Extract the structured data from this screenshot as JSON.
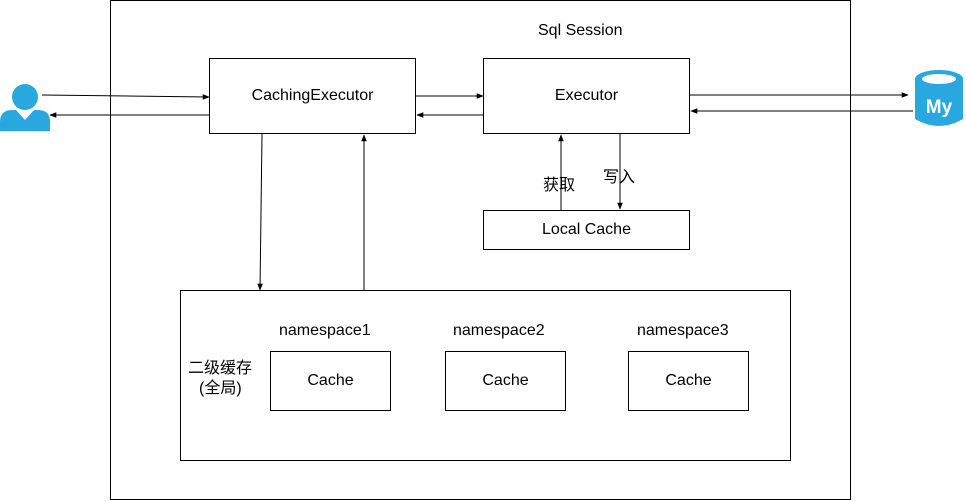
{
  "session": {
    "title": "Sql Session"
  },
  "nodes": {
    "caching_executor": "CachingExecutor",
    "executor": "Executor",
    "local_cache": "Local Cache"
  },
  "arrows": {
    "fetch": "获取",
    "write": "写入"
  },
  "second_level_cache": {
    "title_line1": "二级缓存",
    "title_line2": "(全局)",
    "namespaces": [
      {
        "name": "namespace1",
        "cache": "Cache"
      },
      {
        "name": "namespace2",
        "cache": "Cache"
      },
      {
        "name": "namespace3",
        "cache": "Cache"
      }
    ]
  },
  "icons": {
    "user": "user-icon",
    "database": "mysql-database-icon"
  },
  "colors": {
    "icon": "#29A8E0",
    "stroke": "#000000"
  }
}
